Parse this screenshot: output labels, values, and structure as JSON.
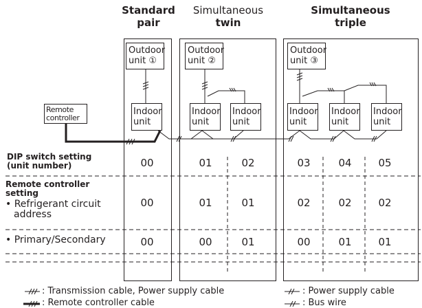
{
  "headers": {
    "standard": {
      "line1": "Standard",
      "line2": "pair"
    },
    "twin": {
      "line1": "Simultaneous",
      "line2": "twin"
    },
    "triple": {
      "line1": "Simultaneous",
      "line2": "triple"
    }
  },
  "outdoor_units": [
    {
      "line1": "Outdoor",
      "line2": "unit ①"
    },
    {
      "line1": "Outdoor",
      "line2": "unit ②"
    },
    {
      "line1": "Outdoor",
      "line2": "unit ③"
    }
  ],
  "indoor_unit": {
    "line1": "Indoor",
    "line2": "unit"
  },
  "remote_controller": {
    "line1": "Remote",
    "line2": "controller"
  },
  "row_labels": {
    "dip_line1": "DIP switch setting",
    "dip_line2": "(unit number)",
    "rc_line1": "Remote controller",
    "rc_line2": "setting",
    "rc_item_line1": "• Refrigerant circuit",
    "rc_item_line2": "address",
    "primary": "• Primary/Secondary"
  },
  "rows": {
    "dip": [
      "00",
      "01",
      "02",
      "03",
      "04",
      "05"
    ],
    "refrigerant": [
      "00",
      "01",
      "01",
      "02",
      "02",
      "02"
    ],
    "primary": [
      "00",
      "00",
      "01",
      "00",
      "01",
      "01"
    ]
  },
  "legend": {
    "transmission": ": Transmission cable, Power supply cable",
    "power": ": Power supply cable",
    "remote": ": Remote controller cable",
    "bus": ": Bus wire"
  }
}
